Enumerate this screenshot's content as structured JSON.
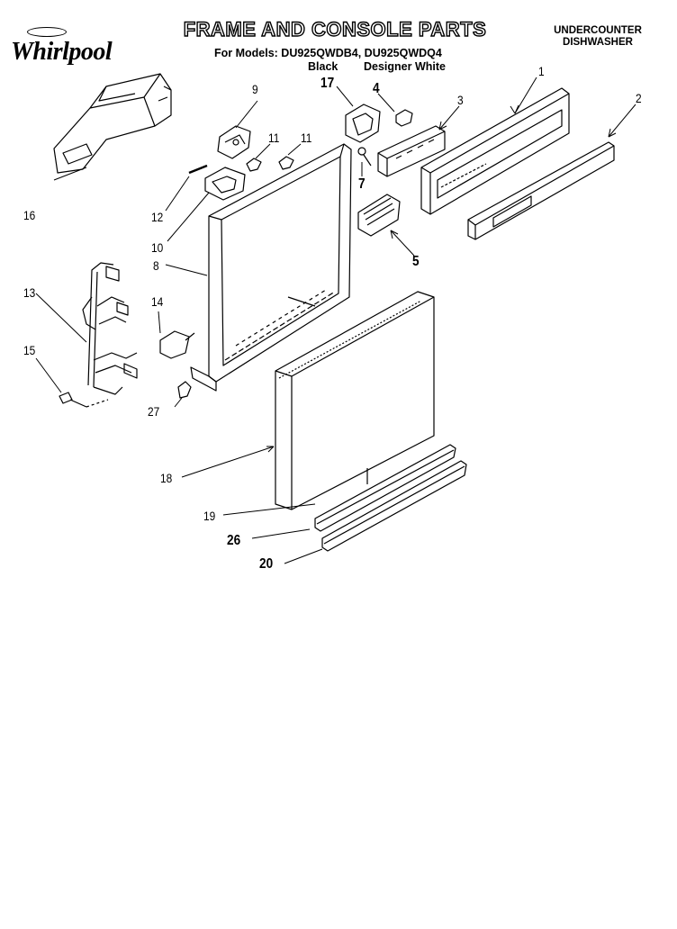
{
  "brand": {
    "name": "Whirlpool"
  },
  "header": {
    "title": "FRAME AND CONSOLE PARTS",
    "models_line": "For Models: DU925QWDB4, DU925QWDQ4",
    "variants": [
      "Black",
      "Designer White"
    ],
    "category_line1": "UNDERCOUNTER",
    "category_line2": "DISHWASHER"
  },
  "callouts": [
    "1",
    "2",
    "3",
    "4",
    "5",
    "7",
    "8",
    "9",
    "10",
    "11",
    "11",
    "12",
    "13",
    "14",
    "15",
    "16",
    "17",
    "18",
    "19",
    "20",
    "26",
    "27"
  ]
}
